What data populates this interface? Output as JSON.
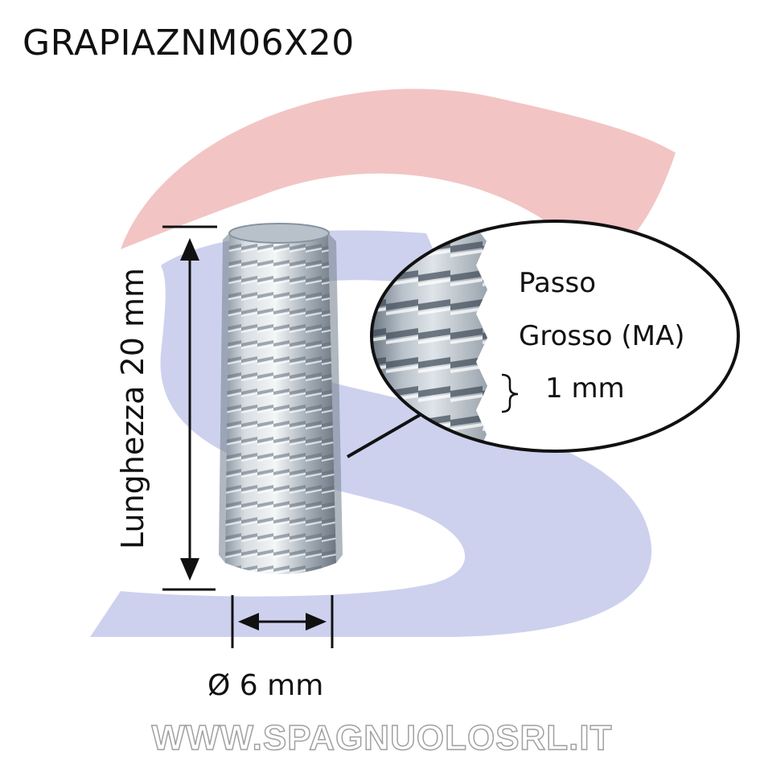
{
  "product_code": "GRAPIAZNM06X20",
  "length_label": "Lunghezza 20 mm",
  "diameter_label": "Ø 6 mm",
  "pitch": {
    "line1": "Passo",
    "line2": "Grosso (MA)",
    "value": "1 mm"
  },
  "website": "WWW.SPAGNUOLOSRL.IT",
  "colors": {
    "logo_red": "#f3c4c4",
    "logo_blue": "#cdd1ee",
    "text": "#111111",
    "watermark_outline": "#a0a0a0"
  },
  "icons": [
    "spagnuolo-s-logo-icon",
    "threaded-screw-icon",
    "double-arrow-icon",
    "curly-brace-icon"
  ]
}
